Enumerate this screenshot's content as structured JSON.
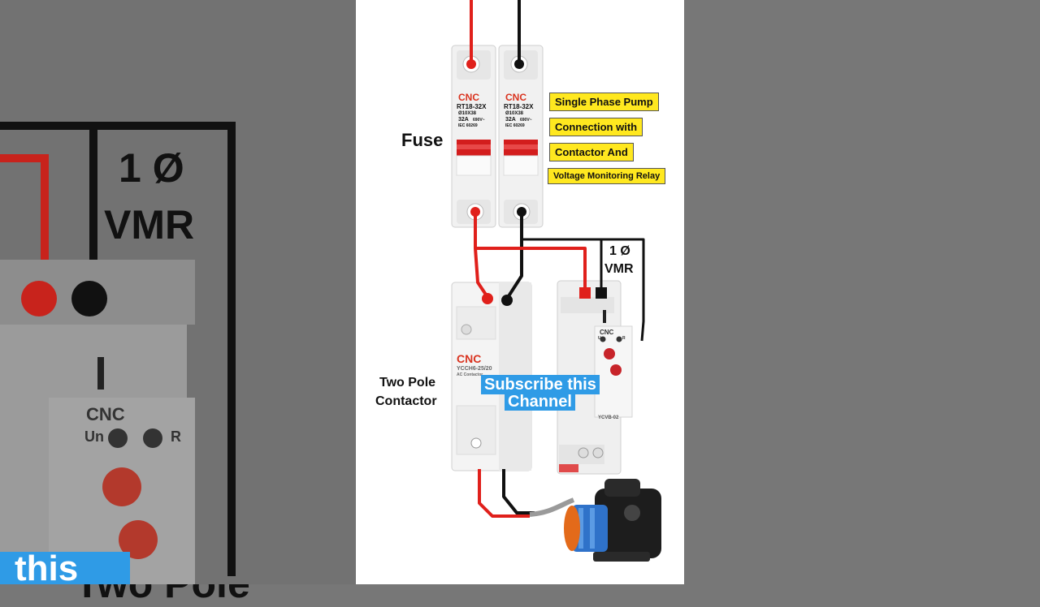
{
  "labels": {
    "fuse": "Fuse",
    "vmr_line1": "1 Ø",
    "vmr_line2": "VMR",
    "contactor_line1": "Two Pole",
    "contactor_line2": "Contactor"
  },
  "title_boxes": [
    "Single Phase Pump",
    "Connection with",
    "Contactor And",
    "Voltage Monitoring Relay"
  ],
  "overlay": {
    "line1": "Subscribe this",
    "line2": "Channel"
  },
  "device_text": {
    "brand": "CNC",
    "fuse_model": "RT18-32X",
    "fuse_size": "Ø10X38",
    "fuse_rating": "32A",
    "fuse_voltage": "690V~",
    "fuse_standard": "IEC 60269",
    "contactor_model": "YCCH6-25/20",
    "contactor_type": "AC Contactor",
    "relay_model": "YCVB-02",
    "relay_un": "Un",
    "relay_r": "R"
  },
  "colors": {
    "live_wire": "#e0201b",
    "neutral_wire": "#111111",
    "highlight_yellow": "#ffe81f",
    "overlay_blue": "#2f9be6",
    "brand_red": "#d9331f"
  },
  "background_echo": {
    "right_line1": "1 Ø",
    "right_line2": "VMR",
    "left_bottom": "Two Pole",
    "right_bottom": "this"
  }
}
